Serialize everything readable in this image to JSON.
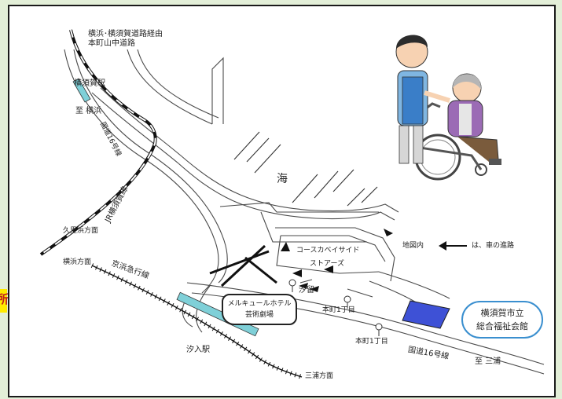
{
  "route_note_1": "横浜･横須賀道路経由",
  "route_note_2": "本町山中道路",
  "yokosuka_station": "横須賀駅",
  "to_yokohama_top": "至 横浜",
  "route16_upper": "国道16号線",
  "jr_line": "JR横須賀線",
  "kurihama_direction": "久里浜方面",
  "yokohama_direction": "横浜方面",
  "keikyu_line": "京浜急行線",
  "sea": "海",
  "coaska_bayside": "コースカベイサイド",
  "stores": "ストアーズ",
  "shiodome": "汐留",
  "merchure_hotel": "メルキュールホテル",
  "arts_theater": "芸術劇場",
  "honcho_1_upper": "本町1丁目",
  "honcho_1_lower": "本町1丁目",
  "shiori_station": "汐入駅",
  "route16_lower": "国道16号線",
  "to_miura": "至 三浦",
  "miura_direction": "三浦方面",
  "legend_premises": "地図内",
  "legend_arrow_note": "は、車の進路",
  "hall_name_line1": "横須賀市立",
  "hall_name_line2": "総合福祉会館",
  "left_edge_cut_text": "所",
  "colors": {
    "background": "#e3efd8",
    "hall_marker": "#3e51d6",
    "hall_border": "#3a8fcf",
    "railway_platform": "#7fd0d8",
    "left_tag": "#ffeb00",
    "left_tag_text": "#c0201c"
  },
  "illustration": "caregiver-pushing-wheelchair"
}
